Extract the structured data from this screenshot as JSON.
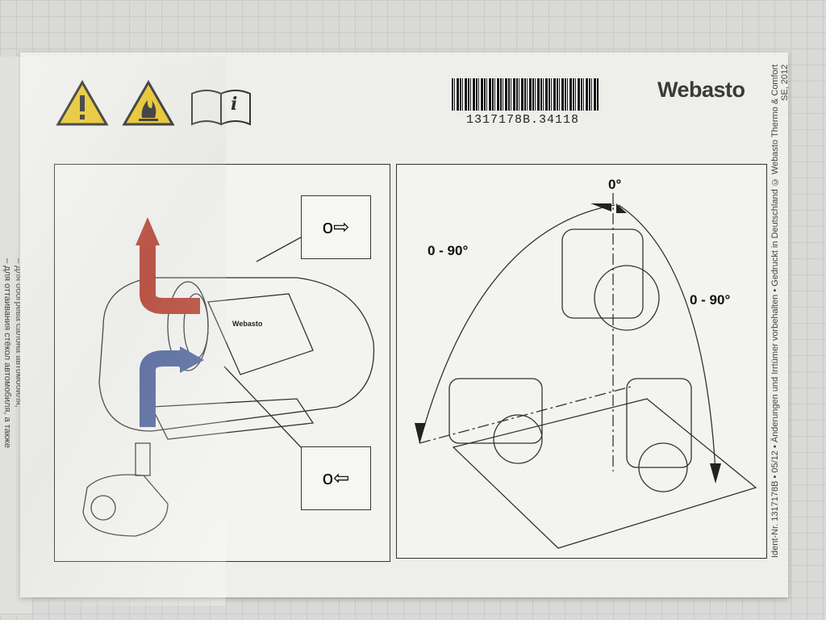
{
  "document": {
    "barcode_number": "1317178B.34118",
    "brand": "Webasto",
    "side_text": "Ident-Nr. 1317178B • 05/12 • Änderungen und Irrtümer vorbehalten • Gedruckt in Deutschland © Webasto Thermo & Comfort SE, 2012",
    "russian_text": [
      "– для обогрева салона автомобиля,",
      "– для оттаивания стёкол автомобиля, а также"
    ],
    "icons": [
      "warning-icon",
      "flammable-warning-icon",
      "manual-info-icon"
    ],
    "left_panel": {
      "inlet_label": "o⇨",
      "outlet_label": "o⇦"
    },
    "right_panel": {
      "angle_top": "0°",
      "angle_left": "0 - 90°",
      "angle_right": "0 - 90°"
    },
    "colors": {
      "hot_pipe": "#b5402f",
      "cold_pipe": "#4a5f9a",
      "warning": "#e8c21a"
    }
  }
}
